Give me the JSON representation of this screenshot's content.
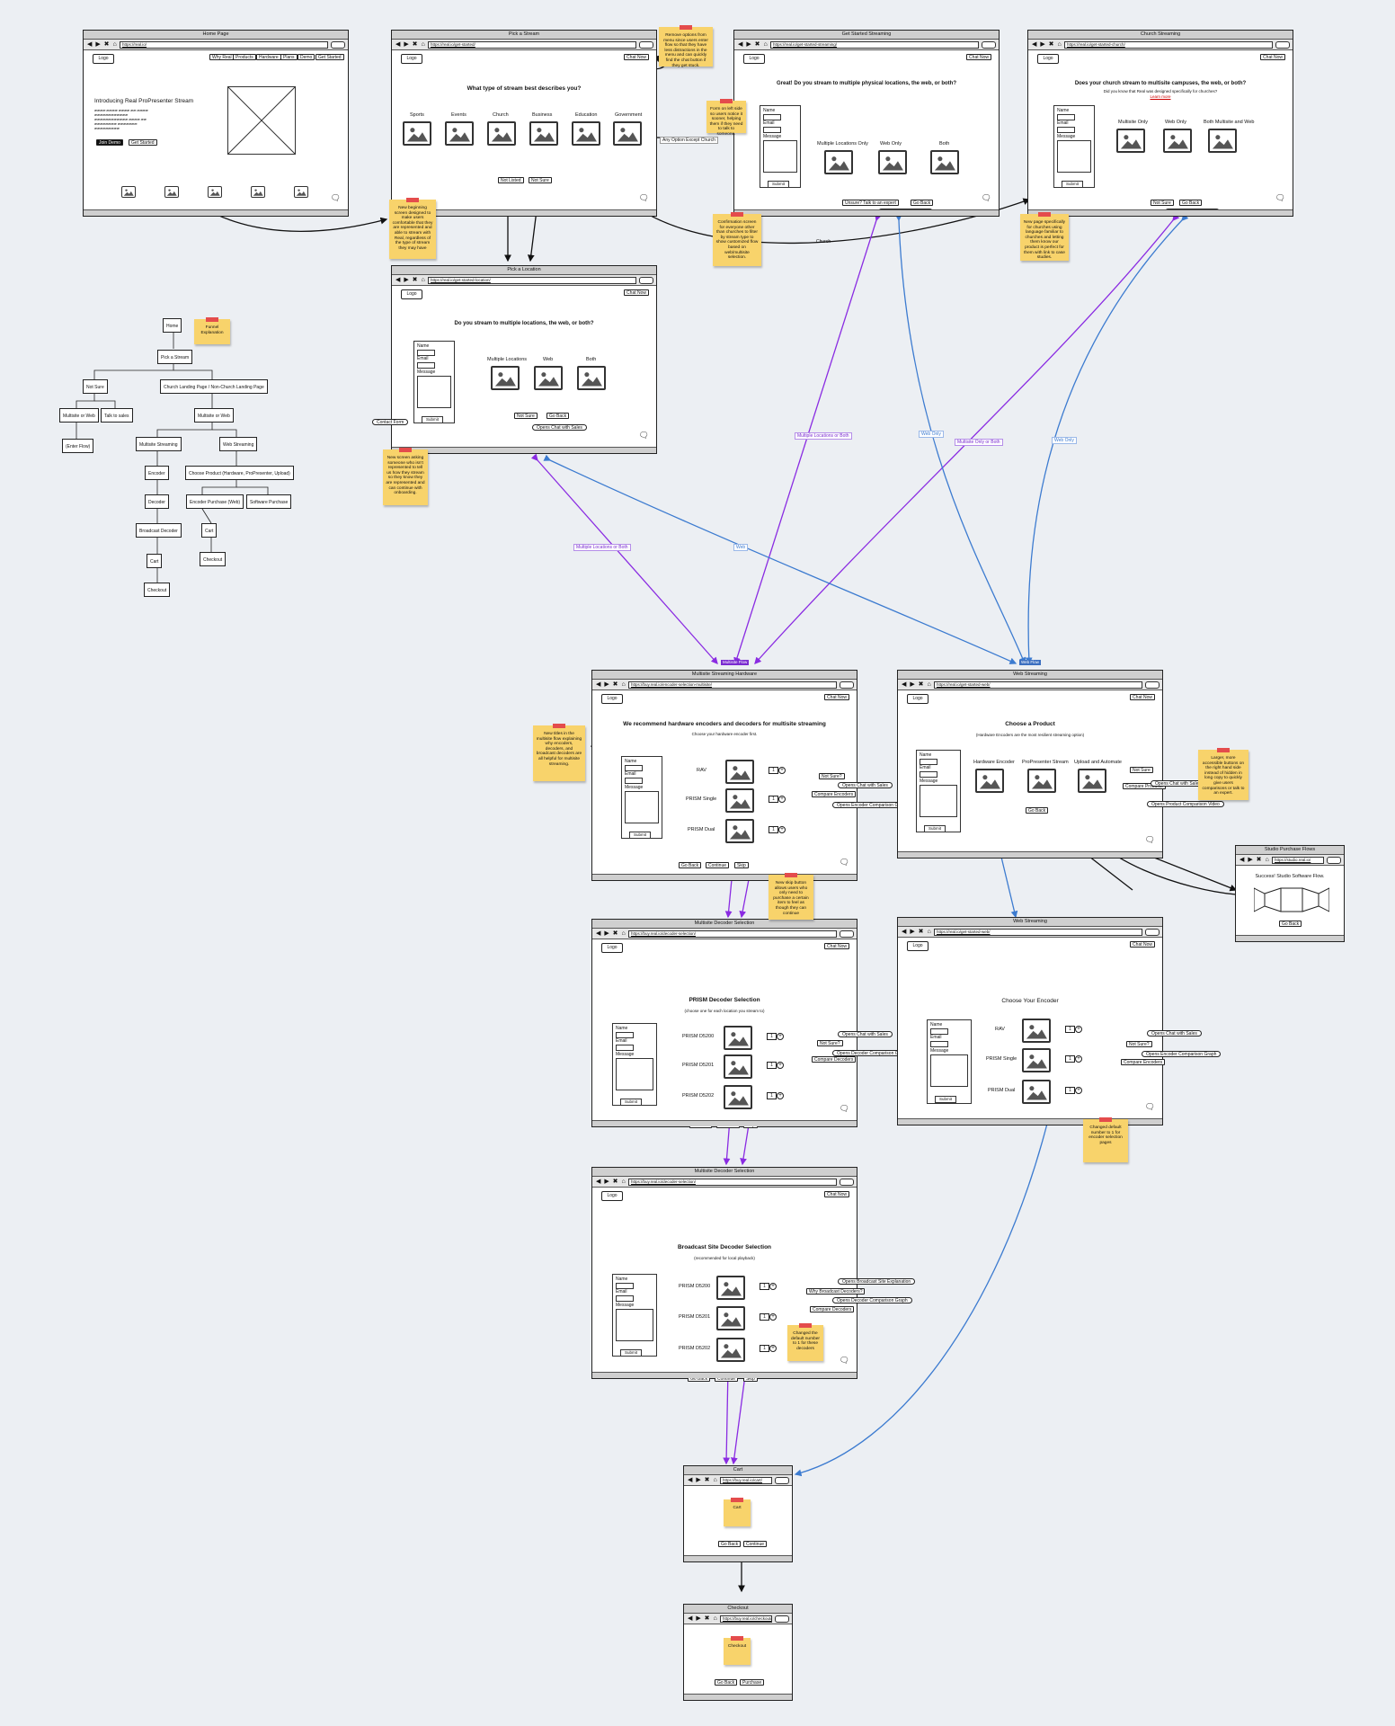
{
  "colors": {
    "purple": "#8a2be2",
    "blue": "#3c7bd0",
    "black": "#111111",
    "sticky": "#f8d36b",
    "pin": "#e44c4c"
  },
  "common": {
    "logo": "Logo",
    "chat_now": "Chat Now",
    "submit": "Submit",
    "name": "Name",
    "email": "Email",
    "message": "Message",
    "not_sure": "Not Sure",
    "go_back": "Go Back",
    "continue": "Continue",
    "skip": "Skip",
    "opens_chat": "Opens Chat with Sales",
    "chat_icon": "chat-bubble-icon",
    "nav_icons": "◀ ▶ ✖ ⌂"
  },
  "home": {
    "title": "Home Page",
    "url": "https://real.io/",
    "nav": [
      "Why Real",
      "Products",
      "Hardware",
      "Plans",
      "Demo"
    ],
    "get_started": "Get Started",
    "hero": "Introducing Real ProPresenter Stream",
    "hero_text": "ææææ ææææ ææææ ææ ææææ ææææææææææææ ææææææææææææ ææææ ææ ææææææææ æææææææ æææææææææ",
    "join_demo": "Join Demo",
    "get_started_btn": "Get Started"
  },
  "stream": {
    "title": "Pick a Stream",
    "url": "https://real.io/get-started/",
    "heading": "What type of stream best describes you?",
    "options": [
      "Sports",
      "Events",
      "Church",
      "Business",
      "Education",
      "Government"
    ],
    "not_listed": "Not Listed",
    "not_sure": "Not Sure"
  },
  "getstarted": {
    "title": "Get Started Streaming",
    "url": "https://real.io/get-started-streaming/",
    "heading": "Great! Do you stream to multiple physical locations, the web, or both?",
    "options": [
      "Multiple Locations Only",
      "Web Only",
      "Both"
    ],
    "unsure": "Unsure? Talk to an expert",
    "go_back": "Go Back"
  },
  "church": {
    "title": "Church Streaming",
    "url": "https://real.io/get-started-church/",
    "heading": "Does your church stream to multisite campuses, the web, or both?",
    "sub": "Did you know that Real was designed specifically for churches?",
    "sub2": "Learn more",
    "options": [
      "Multisite Only",
      "Web Only",
      "Both Multisite and Web"
    ]
  },
  "location": {
    "title": "Pick a Location",
    "url": "https://real.io/get-started-location/",
    "heading": "Do you stream to multiple locations, the web, or both?",
    "options": [
      "Multiple Locations",
      "Web",
      "Both"
    ],
    "contact": "Contact Form"
  },
  "mhw": {
    "title": "Multisite Streaming Hardware",
    "url": "https://buy.real.io/encoder-selection-multisite/",
    "heading": "We recommend hardware encoders and decoders for multisite streaming",
    "sub": "Choose your hardware encoder first.",
    "items": [
      "RAV",
      "PRISM Single",
      "PRISM Dual"
    ],
    "qty": "1",
    "side": [
      "Not Sure?",
      "Compare Encoders",
      "Opens Encoder Comparison Graph"
    ]
  },
  "web": {
    "title": "Web Streaming",
    "url": "https://real.io/get-started-web/",
    "heading": "Choose a Product",
    "sub": "(Hardware Encoders are the most resilient streaming option)",
    "items": [
      "Hardware Encoder",
      "ProPresenter Stream",
      "Upload and Automate"
    ],
    "side": [
      "Not Sure",
      "Compare Products",
      "Opens Product Comparison Video"
    ]
  },
  "studio": {
    "title": "Studio Purchase Flows",
    "url": "https://studio.real.io/",
    "heading": "Success! Studio Software Flow."
  },
  "mdec": {
    "title": "Multisite Decoder Selection",
    "url": "https://buy.real.io/decoder-selection/",
    "heading": "PRISM Decoder Selection",
    "sub": "(choose one for each location you stream to)",
    "items": [
      "PRISM D5200",
      "PRISM D5201",
      "PRISM D5202"
    ],
    "side": [
      "Not Sure?",
      "Compare Decoders",
      "Opens Decoder Comparison Graph"
    ]
  },
  "wenc": {
    "title": "Web Streaming",
    "url": "https://real.io/get-started-web/",
    "heading": "Choose Your Encoder",
    "items": [
      "RAV",
      "PRISM Single",
      "PRISM Dual"
    ],
    "side": [
      "Not Sure?",
      "Compare Encoders",
      "Opens Encoder Comparison Graph"
    ]
  },
  "bdec": {
    "title": "Multisite Decoder Selection",
    "url": "https://buy.real.io/decoder-selection/",
    "heading": "Broadcast Site Decoder Selection",
    "sub": "(recommended for local playback)",
    "items": [
      "PRISM D5200",
      "PRISM D5201",
      "PRISM D5202"
    ],
    "side": [
      "Why Broadcast Decoders?",
      "Opens Broadcast Site Explanation",
      "Compare Decoders",
      "Opens Decoder Comparison Graph"
    ]
  },
  "cart": {
    "title": "Cart",
    "url": "https://buy.real.io/cart/",
    "label": "Cart"
  },
  "checkout": {
    "title": "Checkout",
    "url": "https://buy.real.io/checkout/",
    "label": "Checkout",
    "purchase": "Purchase"
  },
  "stickies": {
    "remove": "Remove options from menu since users enter flow so that they have less distractions in the menu and can quickly find the chat button if they get stuck.",
    "form": "Form on left side so users notice it sooner, helping them if they need to talk to someone.",
    "begin": "New beginning screen designed to make users comfortable that they are represented and able to stream with Real, regardless of the type of stream they may have",
    "confirm": "Confirmation screen for everyone other than churches to filter by stream type to show customized flow based on web/multisite selection.",
    "church": "New page specifically for churches using language familiar to churches and letting them know our product is perfect for them with link to case studies.",
    "funnel": "Funnel Explanation",
    "asking": "New screen asking someone who isn't represented to tell us how they stream so they know they are represented and can continue with onboarding.",
    "titles": "New titles in the multisite flow explaining why encoders, decoders, and broadcast decoders are all helpful for multisite streaming.",
    "skip": "New skip button allows users who only need to purchase a certain item to feel as though they can continue",
    "larger": "Larger, more accessible buttons on the right hand side instead of hidden in long copy to quickly give users comparisons or talk to an expert.",
    "default1": "Changed default number to 1 for encoder selection pages",
    "default2": "Changed the default number to 1 for these decoders"
  },
  "flow": {
    "home": "Home",
    "pick": "Pick a Stream",
    "not_sure": "Not Sure",
    "landing": "Church Landing Page / Non-Church Landing Page",
    "mw1": "Multisite or Web",
    "talk": "Talk to sales",
    "enter": "(Enter Flow)",
    "mw2": "Multisite or Web",
    "ms": "Multisite Streaming",
    "ws": "Web Streaming",
    "encoder": "Encoder",
    "choose": "Choose Product (Hardware, ProPresenter, Upload)",
    "decoder": "Decoder",
    "ep": "Encoder Purchase (Web)",
    "sp": "Software Purchase",
    "bd": "Broadcast Decoder",
    "cart1": "Cart",
    "cart2": "Cart",
    "checkout1": "Checkout",
    "checkout2": "Checkout"
  },
  "labels": {
    "any": "Any Option Except Church",
    "church": "Church",
    "mlb1": "Multiple Locations or Both",
    "web_only": "Web Only",
    "mob": "Multisite Only or Both",
    "web_only2": "Web Only",
    "mlb2": "Multiple Locations or Both",
    "web": "Web",
    "multisite_flow": "Multisite Flow",
    "web_flow": "Web Flow"
  }
}
